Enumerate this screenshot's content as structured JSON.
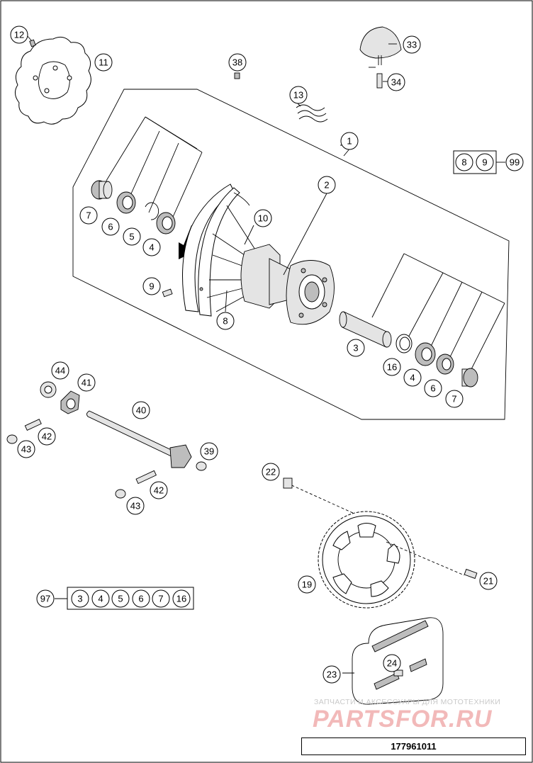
{
  "callouts": {
    "c12": "12",
    "c11": "11",
    "c38": "38",
    "c33": "33",
    "c34": "34",
    "c13": "13",
    "c1": "1",
    "c2": "2",
    "c10": "10",
    "c7a": "7",
    "c6a": "6",
    "c5a": "5",
    "c4a": "4",
    "c9": "9",
    "c8": "8",
    "c3": "3",
    "c16": "16",
    "c4b": "4",
    "c6b": "6",
    "c7b": "7",
    "c44": "44",
    "c41": "41",
    "c40": "40",
    "c42a": "42",
    "c43a": "43",
    "c39": "39",
    "c42b": "42",
    "c43b": "43",
    "c22": "22",
    "c19": "19",
    "c21": "21",
    "c24": "24",
    "c23": "23"
  },
  "kit99": {
    "items": [
      "8",
      "9"
    ],
    "label": "99"
  },
  "kit97": {
    "items": [
      "3",
      "4",
      "5",
      "6",
      "7",
      "16"
    ],
    "label": "97"
  },
  "watermark": {
    "top": "ЗАПЧАСТИ И АКСЕССУАРЫ ДЛЯ МОТОТЕХНИКИ",
    "logo": "PARTSFOR.RU"
  },
  "diagram_id": "177961011"
}
